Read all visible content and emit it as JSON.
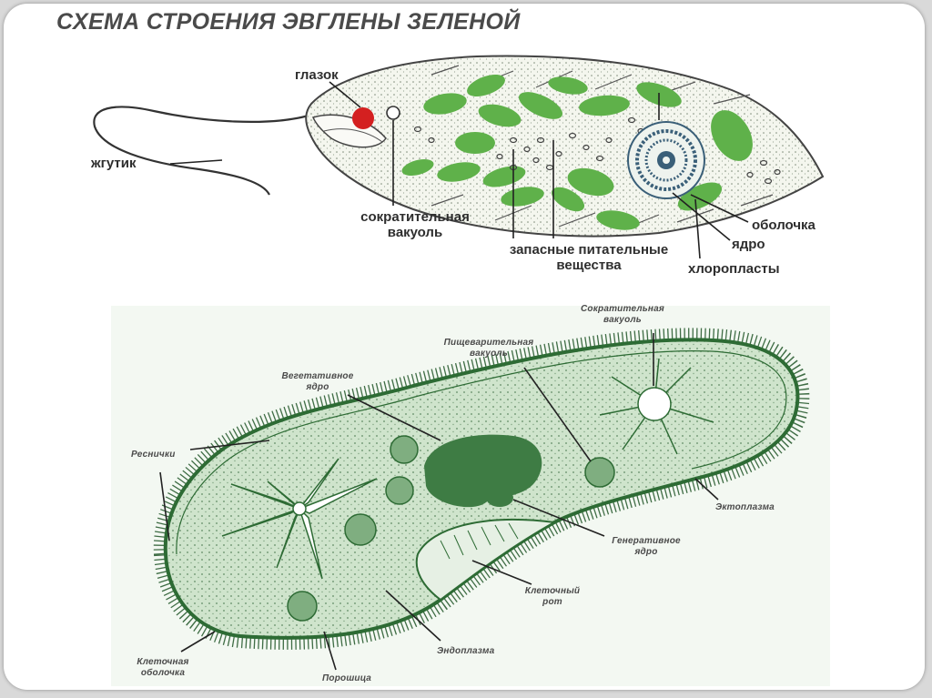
{
  "title": "СХЕМА СТРОЕНИЯ ЭВГЛЕНЫ ЗЕЛЕНОЙ",
  "euglena": {
    "eyespot": "глазок",
    "flagellum": "жгутик",
    "contractile_vacuole": [
      "сократительная",
      "вакуоль"
    ],
    "reserve_nutrients": [
      "запасные питательные",
      "вещества"
    ],
    "membrane": "оболочка",
    "nucleus": "ядро",
    "chloroplasts": "хлоропласты"
  },
  "paramecium": {
    "contractile_vacuole": [
      "Сократительная",
      "вакуоль"
    ],
    "digestive_vacuole": [
      "Пищеварительная",
      "вакуоль"
    ],
    "macronucleus": [
      "Вегетативное",
      "ядро"
    ],
    "cilia": "Реснички",
    "ectoplasm": "Эктоплазма",
    "micronucleus": [
      "Генеративное",
      "ядро"
    ],
    "cell_mouth": [
      "Клеточный",
      "рот"
    ],
    "cell_membrane": [
      "Клеточная",
      "оболочка"
    ],
    "endoplasm": "Эндоплазма",
    "cytoproct": "Порошица"
  },
  "colors": {
    "chloroplast": "#5fb14a",
    "eyespot": "#d42020",
    "paramecium_body": "#cfe4cc",
    "paramecium_outline": "#2d6b34",
    "macronucleus": "#3e7c44"
  }
}
